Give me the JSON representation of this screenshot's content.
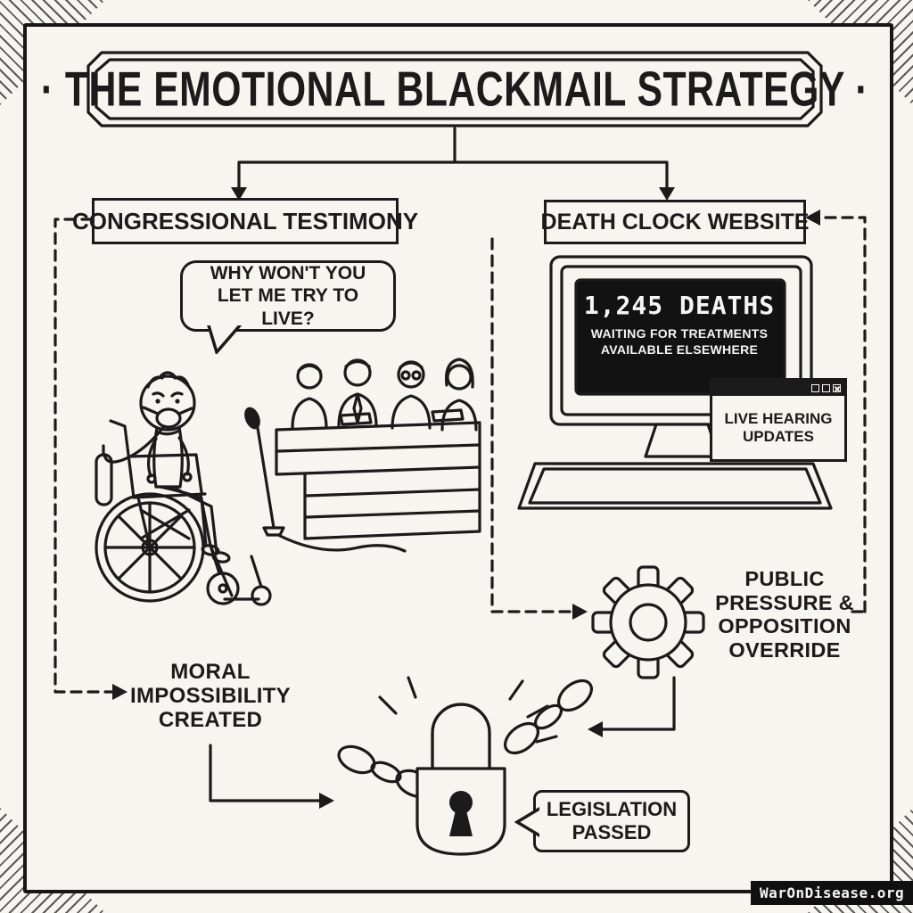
{
  "title": {
    "text": "· THE EMOTIONAL BLACKMAIL STRATEGY ·"
  },
  "branches": {
    "left": {
      "label": "CONGRESSIONAL TESTIMONY",
      "speech_bubble": "WHY WON'T YOU LET ME TRY TO LIVE?",
      "outcome": "MORAL IMPOSSIBILITY CREATED"
    },
    "right": {
      "label": "DEATH CLOCK WEBSITE",
      "screen_counter": "1,245 DEATHS",
      "screen_caption_line1": "WAITING FOR TREATMENTS",
      "screen_caption_line2": "AVAILABLE ELSEWHERE",
      "popup_label": "LIVE HEARING UPDATES",
      "outcome": "PUBLIC PRESSURE & OPPOSITION OVERRIDE"
    }
  },
  "result": {
    "label": "LEGISLATION PASSED"
  },
  "watermark": {
    "text": "WarOnDisease.org"
  },
  "colors": {
    "ink": "#1b1b1b",
    "paper": "#f7f5ef",
    "screen_bg": "#121212",
    "screen_text": "#f5f5f5"
  }
}
